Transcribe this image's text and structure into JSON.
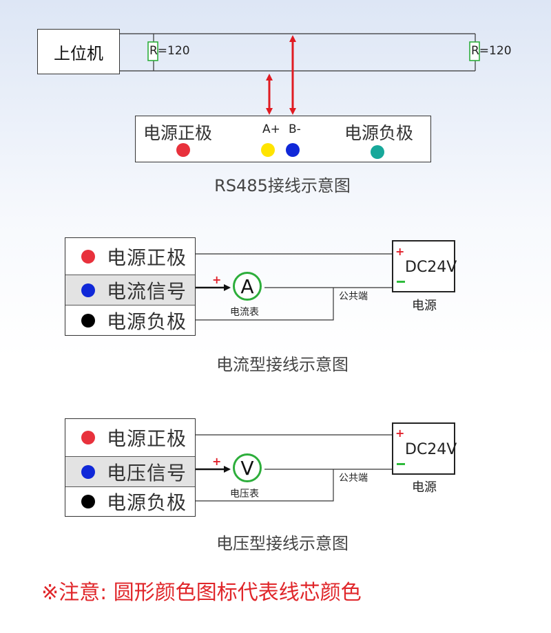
{
  "colors": {
    "red": "#e8313c",
    "yellow": "#ffe400",
    "blue": "#1028d8",
    "teal": "#17a89a",
    "black": "#000000",
    "arrow_red": "#e01b22",
    "meter_green": "#2dae3b",
    "note_red": "#e0262a"
  },
  "rs485": {
    "host_label": "上位机",
    "resistor_left": "R=120",
    "resistor_right": "R=120",
    "positive_label": "电源正极",
    "negative_label": "电源负极",
    "a_label": "A+",
    "b_label": "B-",
    "caption": "RS485接线示意图"
  },
  "current_wiring": {
    "rows": [
      {
        "label": "电源正极",
        "dot": "red"
      },
      {
        "label": "电流信号",
        "dot": "blue"
      },
      {
        "label": "电源负极",
        "dot": "black"
      }
    ],
    "meter_symbol": "A",
    "meter_name": "电流表",
    "plus": "+",
    "common_label": "公共端",
    "psu_voltage": "DC24V",
    "psu_name": "电源",
    "caption": "电流型接线示意图"
  },
  "voltage_wiring": {
    "rows": [
      {
        "label": "电源正极",
        "dot": "red"
      },
      {
        "label": "电压信号",
        "dot": "blue"
      },
      {
        "label": "电源负极",
        "dot": "black"
      }
    ],
    "meter_symbol": "V",
    "meter_name": "电压表",
    "plus": "+",
    "common_label": "公共端",
    "psu_voltage": "DC24V",
    "psu_name": "电源",
    "caption": "电压型接线示意图"
  },
  "note": "※注意: 圆形颜色图标代表线芯颜色"
}
